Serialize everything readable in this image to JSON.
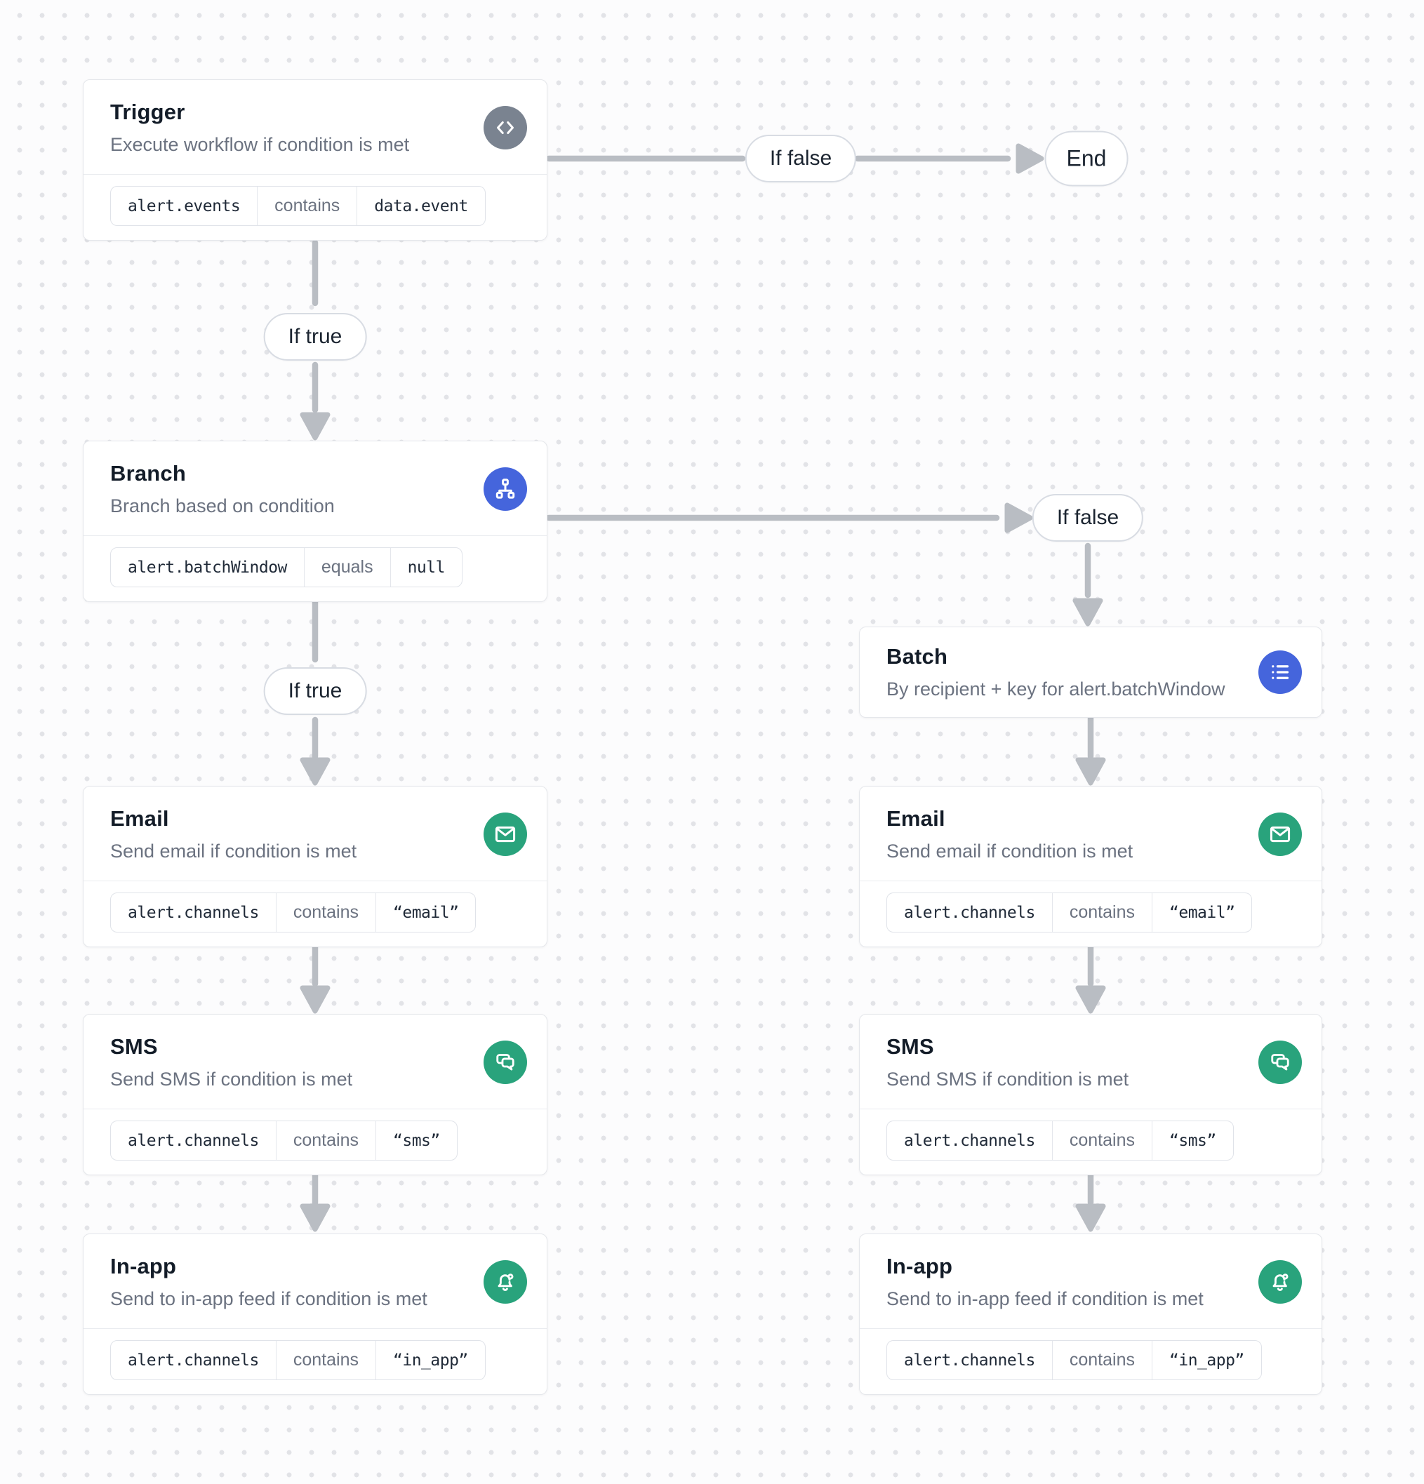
{
  "canvas": {
    "background": "#fcfcfd",
    "dot_color": "#e2e3e7"
  },
  "colors": {
    "arrow": "#b9bdc3",
    "trigger_icon_bg": "#7a8390",
    "branch_icon_bg": "#4565dc",
    "batch_icon_bg": "#4565dc",
    "channel_icon_bg": "#29a37c"
  },
  "edges": {
    "if_true": "If true",
    "if_false": "If false",
    "end": "End"
  },
  "nodes": {
    "trigger": {
      "title": "Trigger",
      "subtitle": "Execute workflow if condition is met",
      "icon": "code-icon",
      "condition": {
        "field": "alert.events",
        "operator": "contains",
        "value": "data.event"
      }
    },
    "branch": {
      "title": "Branch",
      "subtitle": "Branch based on condition",
      "icon": "sitemap-icon",
      "condition": {
        "field": "alert.batchWindow",
        "operator": "equals",
        "value": "null"
      }
    },
    "batch": {
      "title": "Batch",
      "subtitle": "By recipient + key for alert.batchWindow",
      "icon": "list-icon"
    },
    "email": {
      "title": "Email",
      "subtitle": "Send email if condition is met",
      "icon": "envelope-icon",
      "condition": {
        "field": "alert.channels",
        "operator": "contains",
        "value": "“email”"
      }
    },
    "sms": {
      "title": "SMS",
      "subtitle": "Send SMS if condition is met",
      "icon": "chat-bubbles-icon",
      "condition": {
        "field": "alert.channels",
        "operator": "contains",
        "value": "“sms”"
      }
    },
    "in_app": {
      "title": "In-app",
      "subtitle": "Send to in-app feed if condition is met",
      "icon": "bell-icon",
      "condition": {
        "field": "alert.channels",
        "operator": "contains",
        "value": "“in_app”"
      }
    }
  }
}
